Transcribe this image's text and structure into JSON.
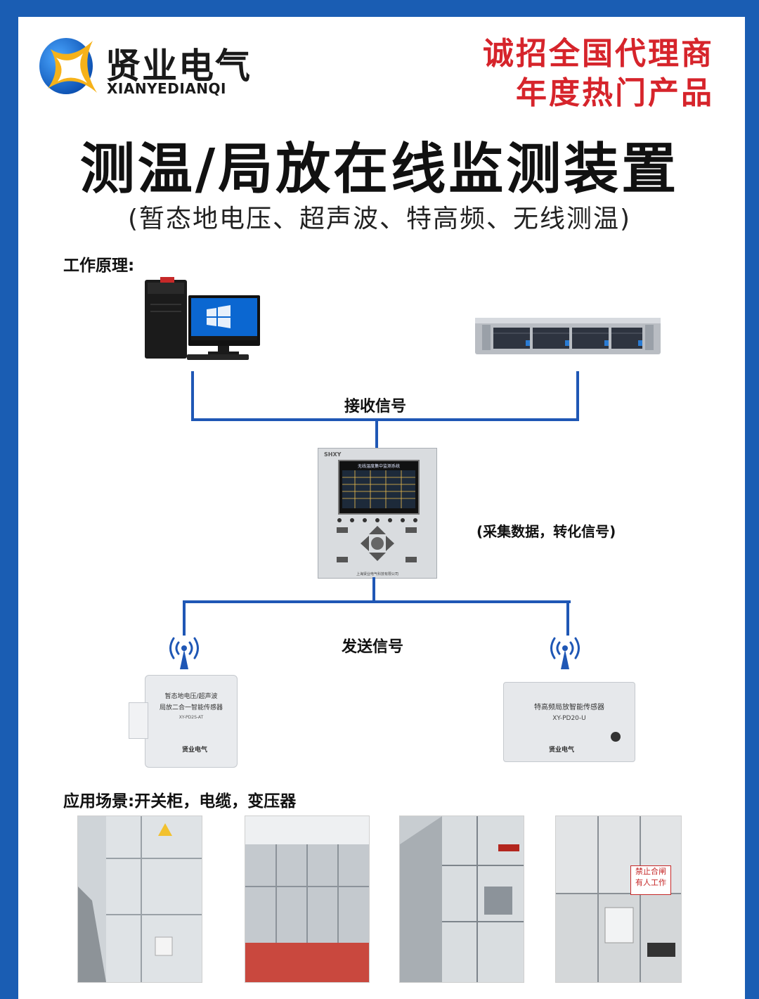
{
  "brand": {
    "name_cn": "贤业电气",
    "name_en": "XIANYEDIANQI"
  },
  "slogans": [
    "诚招全国代理商",
    "年度热门产品"
  ],
  "title": "测温/局放在线监测装置",
  "subtitle": "(暂态地电压、超声波、特高频、无线测温)",
  "sections": {
    "principle_label": "工作原理:",
    "receive_label": "接收信号",
    "collect_label": "(采集数据，转化信号)",
    "send_label": "发送信号",
    "application_label": "应用场景:开关柜，电缆，变压器"
  },
  "devices": {
    "monitor_brand": "SHXY",
    "monitor_screen_title": "无线温度集中监测系统",
    "monitor_footer": "上海贤业电气科技有限公司",
    "sensor_left_line1": "暂态地电压/超声波",
    "sensor_left_line2": "局放二合一智能传感器",
    "sensor_left_model": "XY-PD2S-AT",
    "sensor_right_line1": "特高频局放智能传感器",
    "sensor_right_model": "XY-PD20-U",
    "sensor_logo_text": "贤业电气"
  },
  "photo_signs": {
    "photo4_sign1": "禁止合闸",
    "photo4_sign2": "有人工作"
  },
  "colors": {
    "frame_blue": "#1a5db3",
    "line_blue": "#1f57b5",
    "slogan_red": "#d6242b"
  }
}
